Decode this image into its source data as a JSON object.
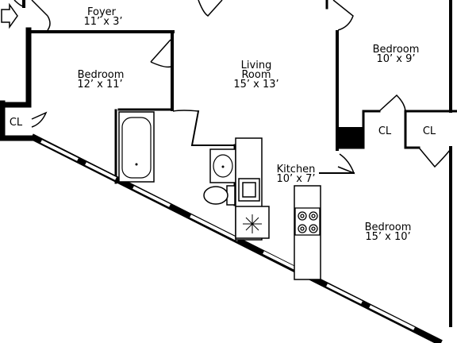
{
  "floorplan": {
    "rooms": [
      {
        "name": "Foyer",
        "size": "11’ x 3’"
      },
      {
        "name": "Bedroom",
        "size": "12’ x 11’"
      },
      {
        "name": "Living",
        "name2": "Room",
        "size": "15’ x 13’"
      },
      {
        "name": "Bedroom",
        "size": "10’ x 9’"
      },
      {
        "name": "Kitchen",
        "size": "10’ x 7’"
      },
      {
        "name": "Bedroom",
        "size": "15’ x 10’"
      }
    ],
    "closets": [
      "CL",
      "CL",
      "CL"
    ]
  }
}
